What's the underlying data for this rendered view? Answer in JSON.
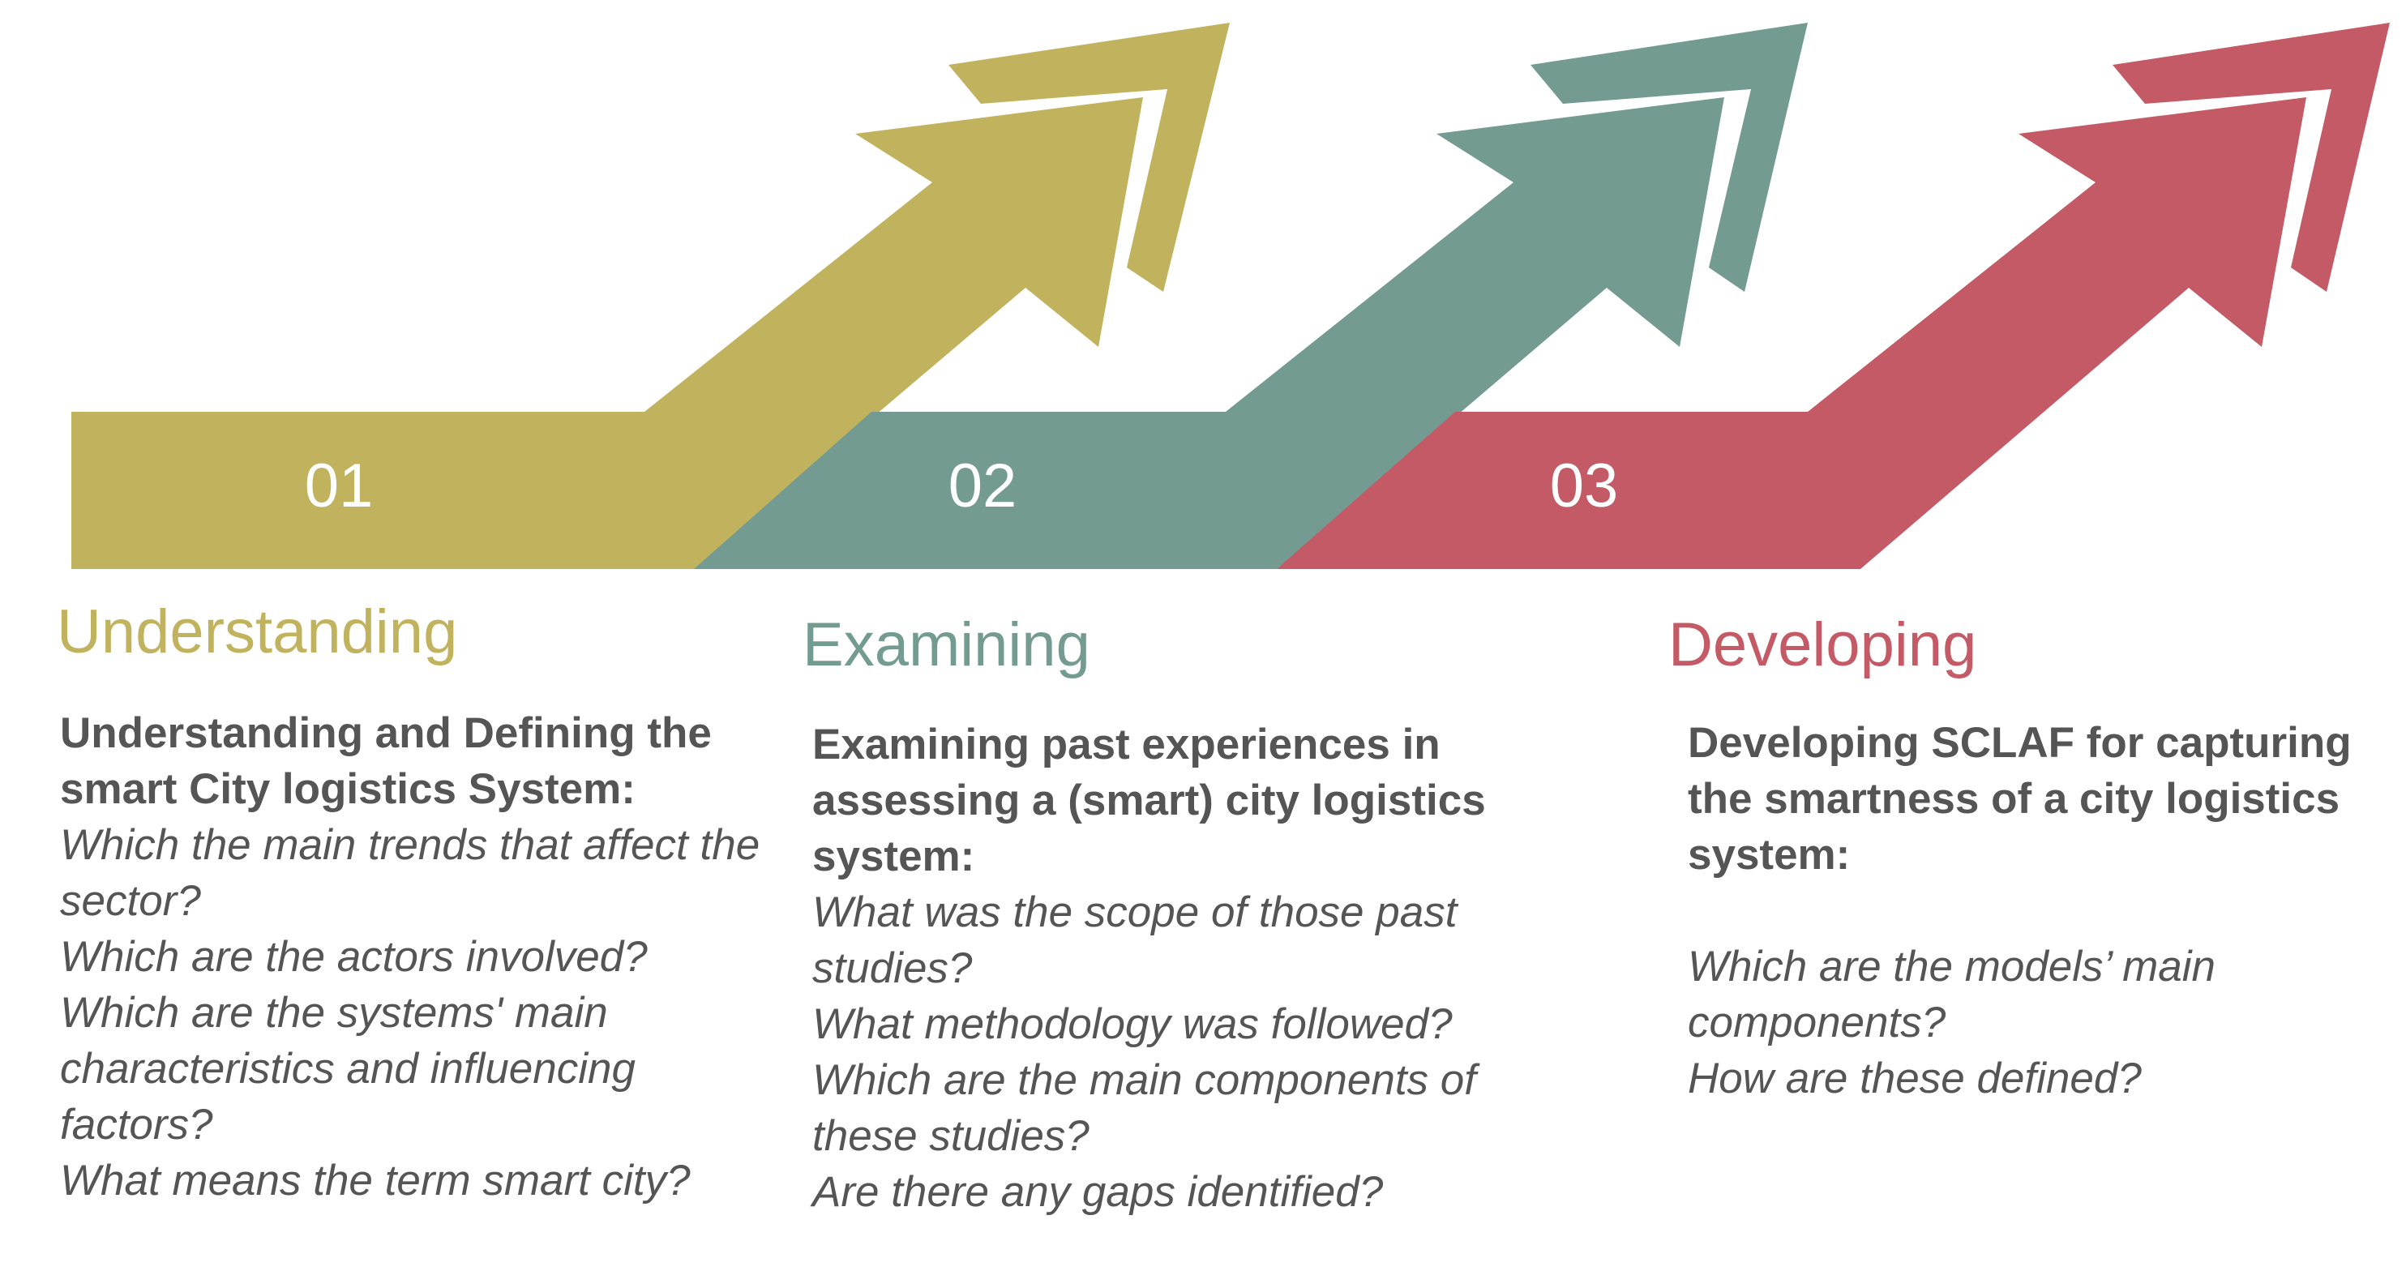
{
  "colors": {
    "phase1": "#c1b35e",
    "phase2": "#739b91",
    "phase3": "#c45a66",
    "body_text": "#555555",
    "number_text": "#ffffff"
  },
  "phases": [
    {
      "number": "01",
      "title": "Understanding",
      "heading": "Understanding and Defining the smart City logistics System:",
      "questions": [
        "Which the main trends that affect the sector?",
        "Which are the actors involved?",
        "Which are the systems' main characteristics and influencing factors?",
        "What means the term smart city?"
      ]
    },
    {
      "number": "02",
      "title": "Examining",
      "heading": "Examining past experiences in assessing a (smart) city logistics system:",
      "questions": [
        "What was the scope of those past studies?",
        "What methodology was followed?",
        "Which are the main components of these studies?",
        "Are there any gaps identified?"
      ]
    },
    {
      "number": "03",
      "title": "Developing",
      "heading": "Developing SCLAF for capturing the smartness of a city logistics system:",
      "questions": [
        "Which are the models’ main components?",
        "How are these defined?"
      ]
    }
  ]
}
